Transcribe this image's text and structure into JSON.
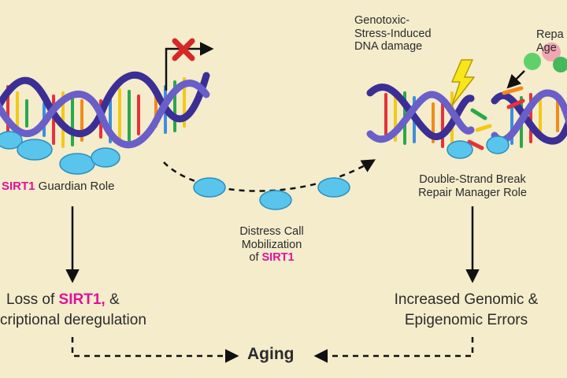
{
  "colors": {
    "background": "#f4eccb",
    "sirt1_highlight": "#e0119a",
    "dna_backbone": "#4b3fa8",
    "protein": "#59c4ec",
    "lightning": "#f7e61a",
    "block_x": "#d62828"
  },
  "icons": [
    "dna-helix-icon",
    "sirt1-protein-icon",
    "lightning-bolt-icon",
    "block-x-icon",
    "repair-agent-icon"
  ],
  "left_panel": {
    "role_name": "SIRT1",
    "role_suffix": " Guardian Role"
  },
  "right_panel": {
    "damage_label": [
      "Genotoxic-",
      "Stress-Induced",
      "DNA damage"
    ],
    "agent_label_line1": "Repa",
    "agent_label_line2": "Age",
    "role_line1": "Double-Strand Break",
    "role_line2": "Repair Manager Role"
  },
  "middle": {
    "line1": "Distress Call",
    "line2": "Mobilization",
    "line3_prefix": "of ",
    "line3_sirt": "SIRT1"
  },
  "bottom_left": {
    "prefix": "Loss of ",
    "sirt": "SIRT1,",
    "suffix": " &",
    "line2": "criptional deregulation"
  },
  "bottom_right": {
    "line1": "Increased Genomic &",
    "line2": "Epigenomic Errors"
  },
  "outcome": "Aging"
}
